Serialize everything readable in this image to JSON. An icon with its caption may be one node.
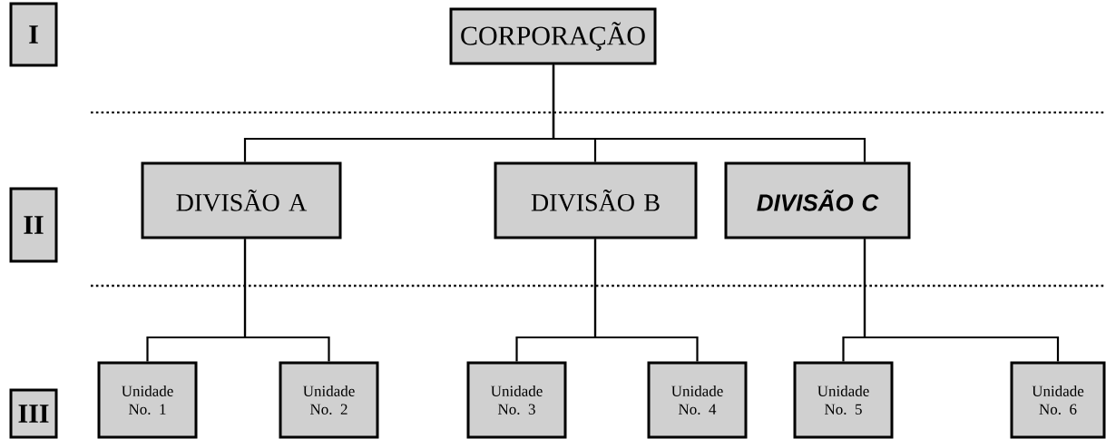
{
  "diagram": {
    "nodes": [
      {
        "text": [
          "I"
        ]
      },
      {
        "text": [
          "CORPORAÇÃO"
        ]
      },
      {
        "text": [
          "II"
        ]
      },
      {
        "text": [
          "DIVISÃO A"
        ]
      },
      {
        "text": [
          "DIVISÃO B"
        ]
      },
      {
        "text": [
          "DIVISÃO C"
        ]
      },
      {
        "text": [
          "III"
        ]
      },
      {
        "text": [
          "Unidade No. 1"
        ]
      },
      {
        "text": [
          "Unidade No. 2"
        ]
      },
      {
        "text": [
          "Unidade No. 3"
        ]
      },
      {
        "text": [
          "Unidade No. 4"
        ]
      },
      {
        "text": [
          "Unidade No. 5"
        ]
      },
      {
        "text": [
          "Unidade No. 6"
        ]
      }
    ],
    "edges": [
      {
        "from": 1,
        "to": 3,
        "arrow": "none"
      },
      {
        "from": 1,
        "to": 4,
        "arrow": "none"
      },
      {
        "from": 1,
        "to": 5,
        "arrow": "none"
      },
      {
        "from": 3,
        "to": 7,
        "arrow": "none"
      },
      {
        "from": 3,
        "to": 8,
        "arrow": "none"
      },
      {
        "from": 4,
        "to": 9,
        "arrow": "none"
      },
      {
        "from": 4,
        "to": 10,
        "arrow": "none"
      },
      {
        "from": 5,
        "to": 11,
        "arrow": "none"
      },
      {
        "from": 5,
        "to": 12,
        "arrow": "none"
      }
    ]
  }
}
